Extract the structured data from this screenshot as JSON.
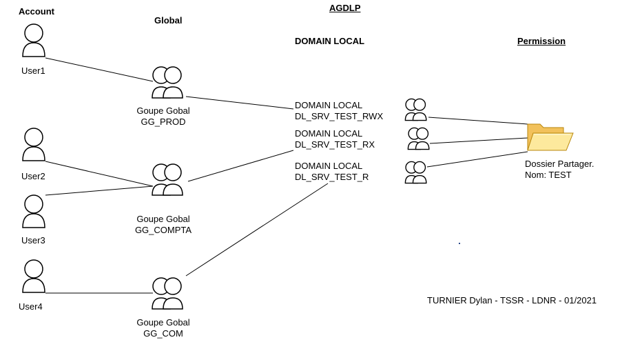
{
  "title": "AGDLP",
  "headers": {
    "account": "Account",
    "global": "Global",
    "domain_local": "DOMAIN LOCAL",
    "permission": "Permission"
  },
  "users": [
    "User1",
    "User2",
    "User3",
    "User4"
  ],
  "global_groups": [
    {
      "line1": "Goupe Gobal",
      "line2": "GG_PROD"
    },
    {
      "line1": "Goupe Gobal",
      "line2": "GG_COMPTA"
    },
    {
      "line1": "Goupe Gobal",
      "line2": "GG_COM"
    }
  ],
  "domain_local_groups": [
    {
      "line1": "DOMAIN LOCAL",
      "line2": "DL_SRV_TEST_RWX"
    },
    {
      "line1": "DOMAIN LOCAL",
      "line2": "DL_SRV_TEST_RX"
    },
    {
      "line1": "DOMAIN LOCAL",
      "line2": "DL_SRV_TEST_R"
    }
  ],
  "shared_folder": {
    "line1": "Dossier Partager.",
    "line2": "Nom: TEST"
  },
  "credit": "TURNIER Dylan - TSSR - LDNR - 01/2021",
  "colors": {
    "line": "#000000",
    "icon_fill": "#ffffff",
    "folder_back": "#f2c15b",
    "folder_front": "#fde99d"
  },
  "icons": {
    "user": "user-icon",
    "group": "group-icon",
    "folder": "folder-icon"
  }
}
